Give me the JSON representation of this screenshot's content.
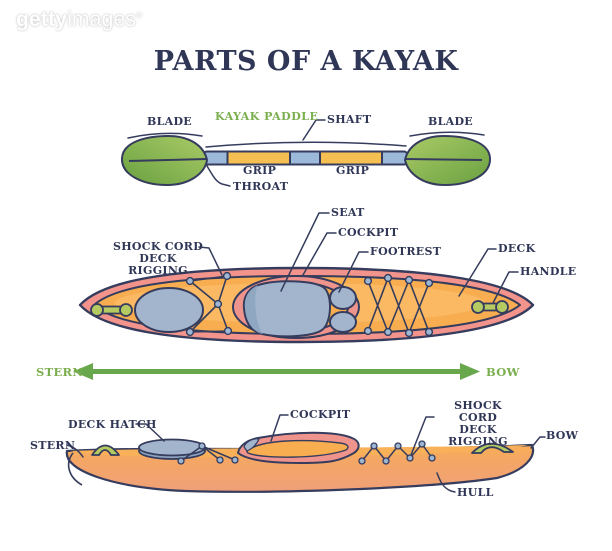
{
  "watermark": {
    "brand_bold": "getty",
    "brand_light": "images",
    "registered": "®"
  },
  "title": "PARTS OF A KAYAK",
  "paddle": {
    "section_title": "KAYAK PADDLE",
    "blade_left": "BLADE",
    "blade_right": "BLADE",
    "shaft": "SHAFT",
    "grip_left": "GRIP",
    "grip_right": "GRIP",
    "throat": "THROAT"
  },
  "top_view": {
    "shock_cord_line1": "SHOCK CORD",
    "shock_cord_line2": "DECK RIGGING",
    "seat": "SEAT",
    "cockpit": "COCKPIT",
    "footrest": "FOOTREST",
    "deck": "DECK",
    "handle": "HANDLE"
  },
  "direction_axis": {
    "stern": "STERN",
    "bow": "BOW"
  },
  "side_view": {
    "stern": "STERN",
    "deck_hatch": "DECK HATCH",
    "cockpit": "COCKPIT",
    "shock_cord_line1": "SHOCK CORD",
    "shock_cord_line2": "DECK RIGGING",
    "bow": "BOW",
    "hull": "HULL"
  },
  "colors": {
    "outline_navy": "#353c5d",
    "label_navy": "#2f3656",
    "green_text": "#7aae4e",
    "arrow_green": "#69a74d",
    "deck_orange": "#f8ad50",
    "deck_highlight": "#fcc673",
    "rim_salmon": "#f2948b",
    "cockpit_pink": "#ef948c",
    "seat_blue": "#a2b5cd",
    "seat_shadow_blue": "#8da5c0",
    "shaft_blue": "#9cb9d9",
    "grip_yellow": "#f6bf52",
    "handle_green": "#b6ca62",
    "hull_peach": "#efa078",
    "blade_green_light": "#a9cb66",
    "blade_green_dark": "#6aa041"
  }
}
